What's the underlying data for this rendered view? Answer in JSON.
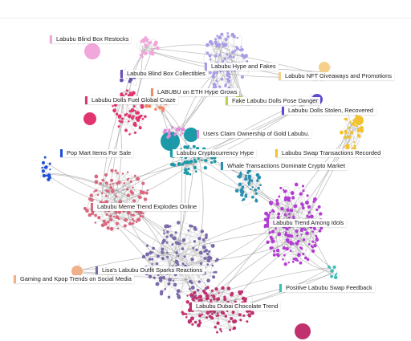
{
  "clusters": [
    {
      "id": "blind-box-restocks",
      "label": "Labubu Blind Box Restocks",
      "color": "#f2a7dc"
    },
    {
      "id": "blind-box-collectibles",
      "label": "Labubu Blind Box Collectibles",
      "color": "#6a4fb6"
    },
    {
      "id": "hype-and-fakes",
      "label": "Labubu Hype and Fakes",
      "color": "#a89be8"
    },
    {
      "id": "nft-giveaways",
      "label": "Labubu NFT Giveaways and Promotions",
      "color": "#f6cf8a"
    },
    {
      "id": "eth-hype",
      "label": "LABUBU on ETH Hype Grows",
      "color": "#ef8a6a"
    },
    {
      "id": "global-craze",
      "label": "Labubu Dolls Fuel Global Craze",
      "color": "#e0356e"
    },
    {
      "id": "fake-pose-danger",
      "label": "Fake Labubu Dolls Pose Danger",
      "color": "#b8d24a"
    },
    {
      "id": "stolen-recovered",
      "label": "Labubu Dolls Stolen, Recovered",
      "color": "#5b4bd0"
    },
    {
      "id": "gold-ownership",
      "label": "Users Claim Ownership of Gold Labubu.",
      "color": "#e08ad8"
    },
    {
      "id": "pop-mart",
      "label": "Pop Mart Items For Sale",
      "color": "#1f4fd4"
    },
    {
      "id": "crypto-hype",
      "label": "Labubu Cryptocurrency Hype",
      "color": "#1c9aa8"
    },
    {
      "id": "swap-recorded",
      "label": "Labubu Swap Transactions Recorded",
      "color": "#f2c230"
    },
    {
      "id": "whale-transactions",
      "label": "Whale Transactions Dominate Crypto Market",
      "color": "#2a8fb0"
    },
    {
      "id": "meme-trend",
      "label": "Labubu Meme Trend Explodes Online",
      "color": "#d9687f"
    },
    {
      "id": "idols-trend",
      "label": "Labubu Trend Among Idols",
      "color": "#b33cd2"
    },
    {
      "id": "lisa-outfit",
      "label": "Lisa's Labubu Outfit Sparks Reactions",
      "color": "#7a6aaa"
    },
    {
      "id": "gaming-kpop",
      "label": "Gaming and Kpop Trends on Social Media",
      "color": "#f0b08a"
    },
    {
      "id": "positive-swap",
      "label": "Positive Labubu Swap Feedback",
      "color": "#3dbfb8"
    },
    {
      "id": "dubai-chocolate",
      "label": "Labubu Dubai Chocolate Trend",
      "color": "#c0316e"
    }
  ]
}
